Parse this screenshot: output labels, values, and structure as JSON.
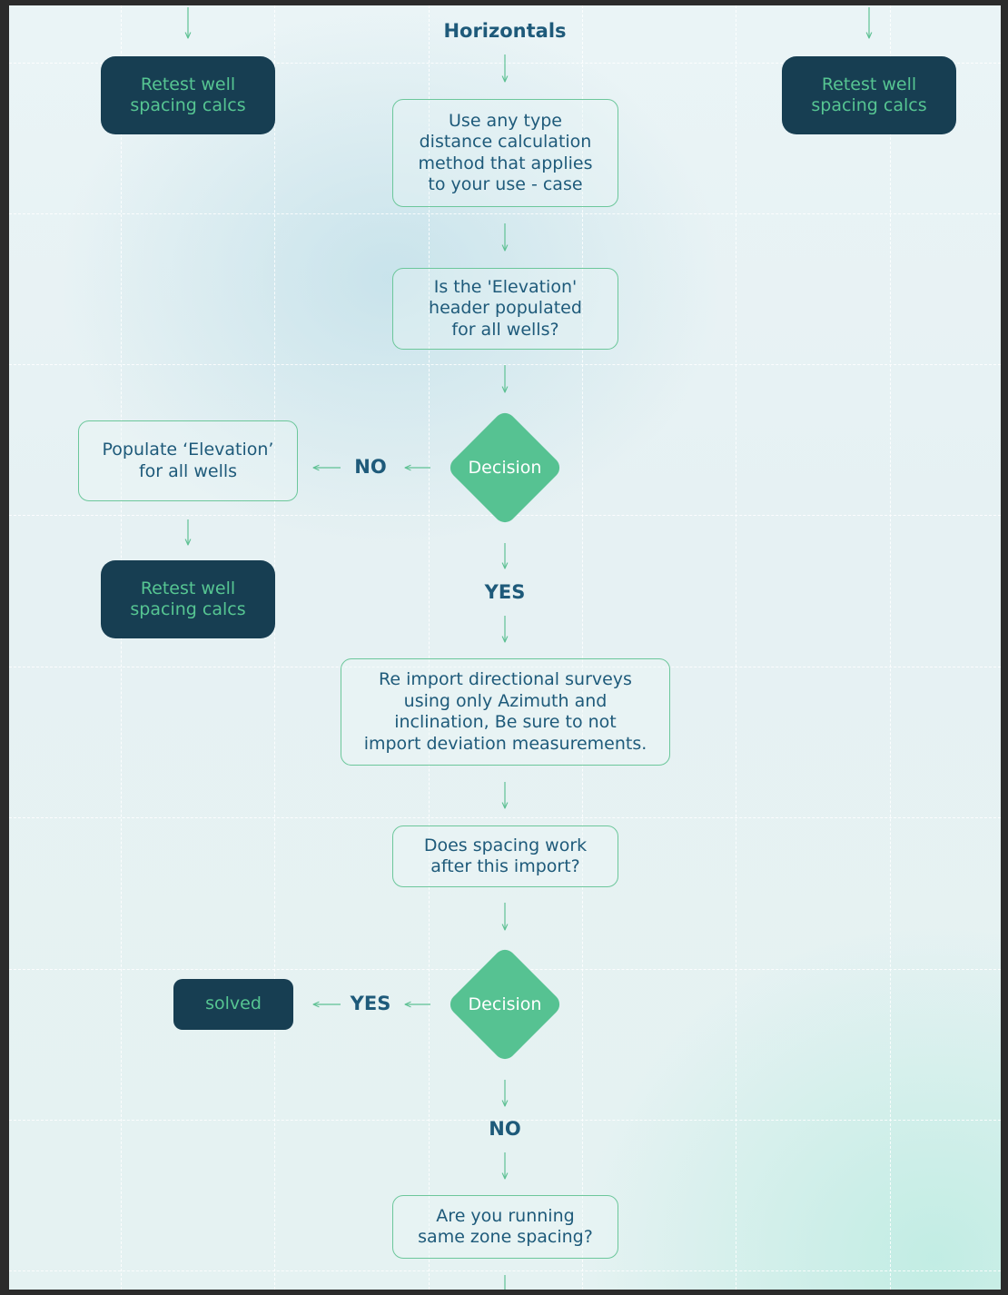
{
  "title": "Horizontals",
  "nodes": {
    "retest_top_left": "Retest well\nspacing calcs",
    "retest_top_right": "Retest well\nspacing calcs",
    "distance_method": "Use any type\ndistance calculation\nmethod that applies\nto your use - case",
    "elevation_question": "Is the 'Elevation'\nheader populated\nfor all wells?",
    "decision_1": "Decision",
    "populate_elevation": "Populate ‘Elevation’\nfor all wells",
    "retest_mid_left": "Retest well\nspacing calcs",
    "reimport_surveys": "Re import directional surveys\nusing only Azimuth and\ninclination, Be sure to not\nimport deviation measurements.",
    "spacing_question": "Does spacing work\nafter this import?",
    "decision_2": "Decision",
    "solved": "solved",
    "same_zone_question": "Are you running\nsame zone spacing?"
  },
  "labels": {
    "no_1": "NO",
    "yes_1": "YES",
    "yes_2": "YES",
    "no_2": "NO"
  },
  "colors": {
    "dark_box": "#173e52",
    "accent_green": "#56c292",
    "text_blue": "#1e5a7a",
    "outline": "#6cc79b"
  }
}
